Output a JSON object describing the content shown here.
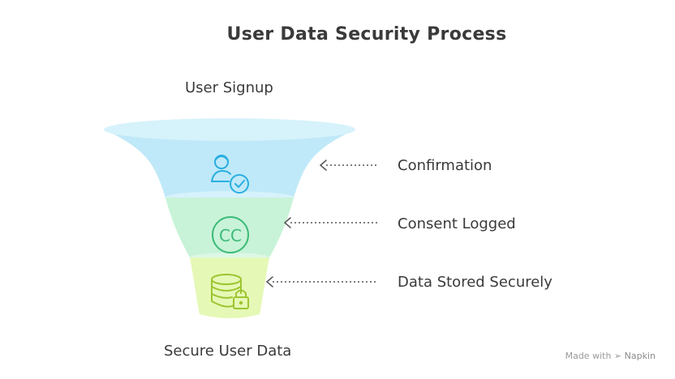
{
  "title": "User Data Security Process",
  "top_label": "User Signup",
  "bottom_label": "Secure User Data",
  "stages": [
    {
      "label": "Confirmation",
      "icon": "user-check-icon",
      "color": "#bfe9f8",
      "icon_color": "#29aee0"
    },
    {
      "label": "Consent Logged",
      "icon": "cc-icon",
      "color": "#c8f3d8",
      "icon_color": "#3dbb79"
    },
    {
      "label": "Data Stored Securely",
      "icon": "database-lock-icon",
      "color": "#e6f8b6",
      "icon_color": "#9dc531"
    }
  ],
  "footer": {
    "made_with": "Made with",
    "brand": "Napkin"
  }
}
